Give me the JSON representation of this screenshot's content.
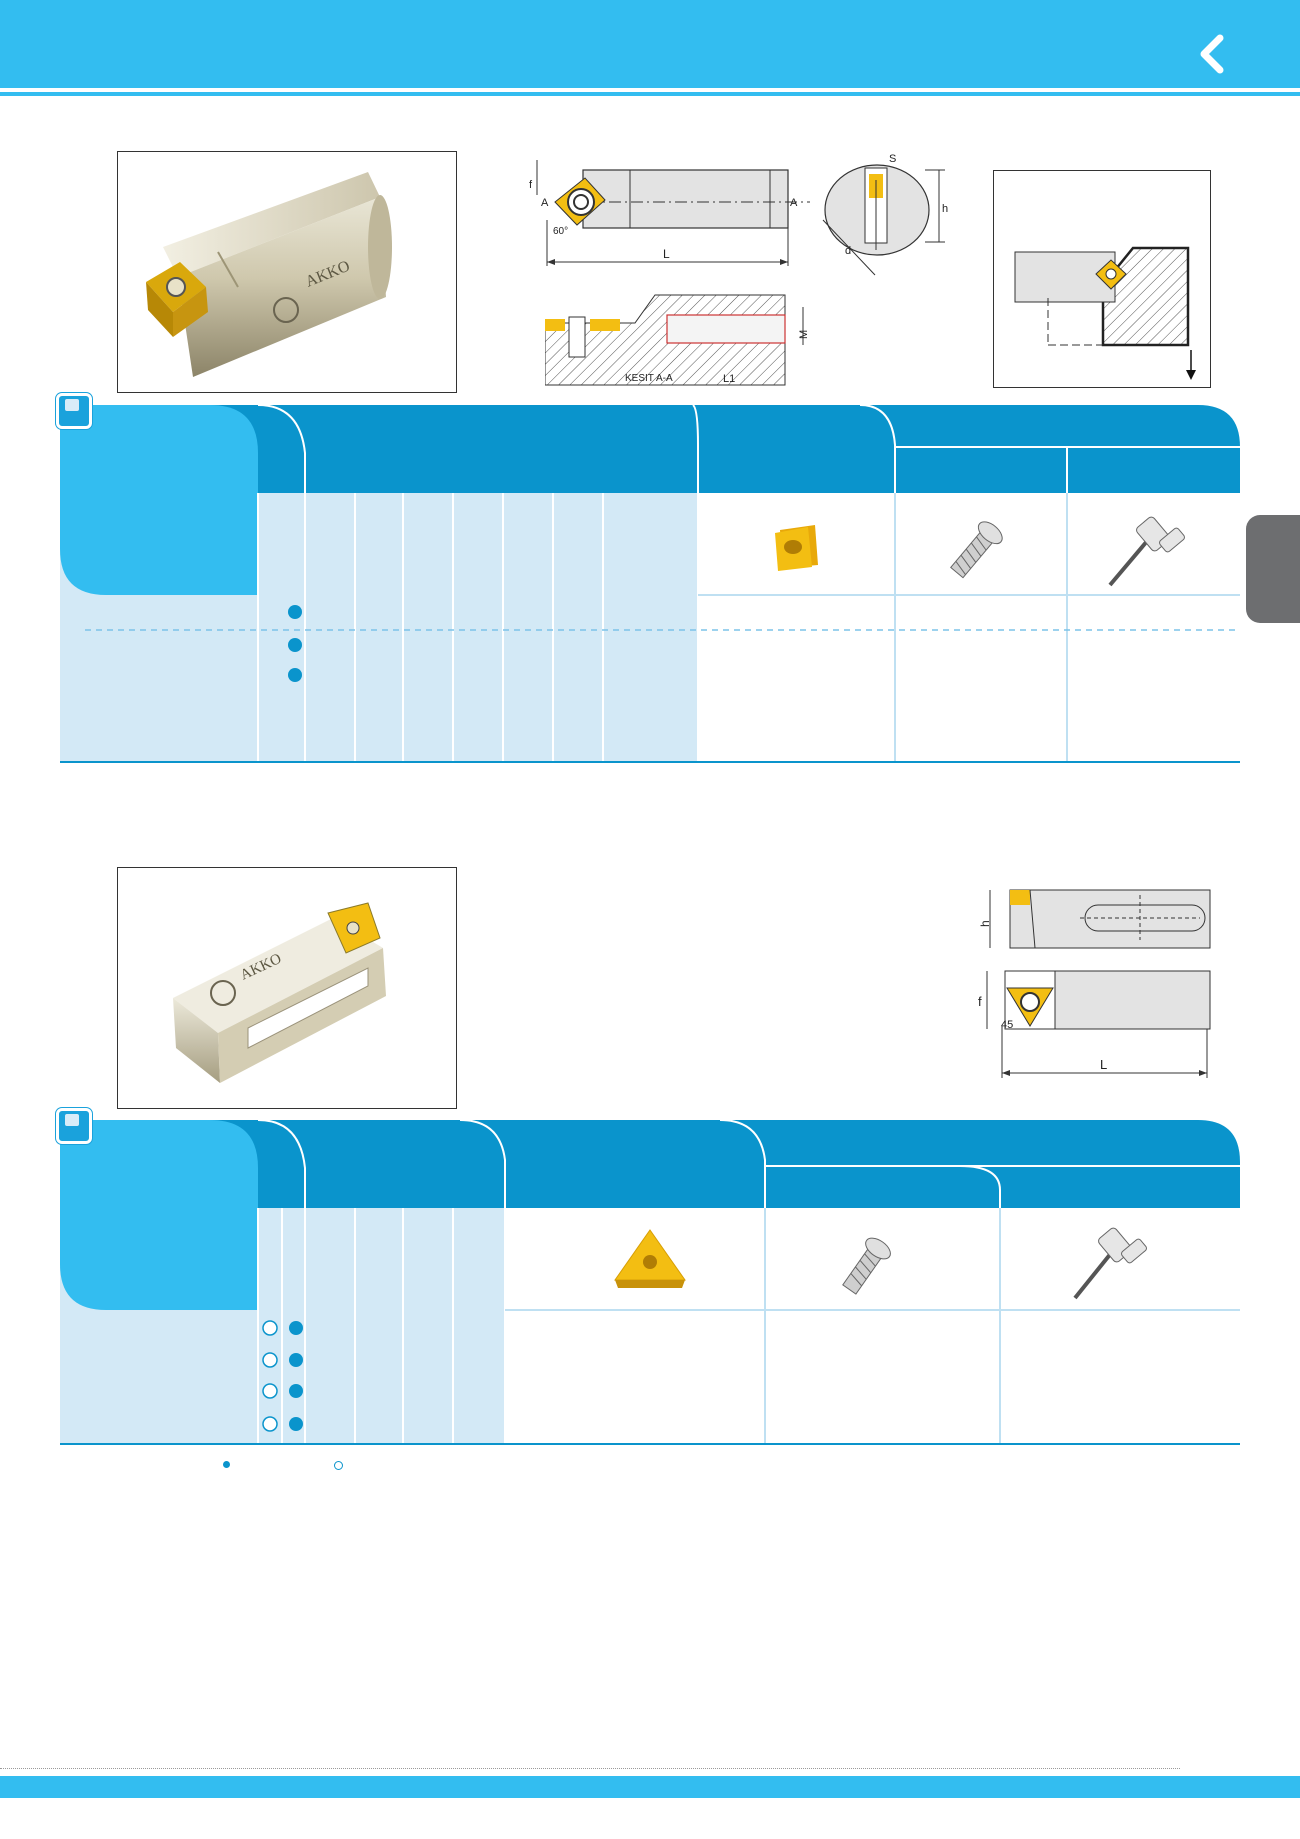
{
  "header": {
    "back_icon": "chevron-left-icon",
    "color": "#33bdf0"
  },
  "colors": {
    "accent": "#33bdf0",
    "table_dark": "#0a94cc",
    "table_light": "#d3e9f6",
    "insert_yellow": "#f3be12",
    "side_tab": "#6d6e70"
  },
  "section1": {
    "drawing_labels": {
      "f": "f",
      "a_left": "A",
      "a_right": "A",
      "angle": "60°",
      "length": "L",
      "section": "KESIT A-A",
      "l1": "L1",
      "m": "M",
      "s": "S",
      "h": "h",
      "d": "d"
    },
    "table": {
      "row_count": 3
    }
  },
  "section2": {
    "drawing_labels": {
      "h": "h",
      "f": "f",
      "angle": "45",
      "length": "L"
    },
    "table": {
      "row_count": 4
    }
  },
  "logo": "AKKO"
}
